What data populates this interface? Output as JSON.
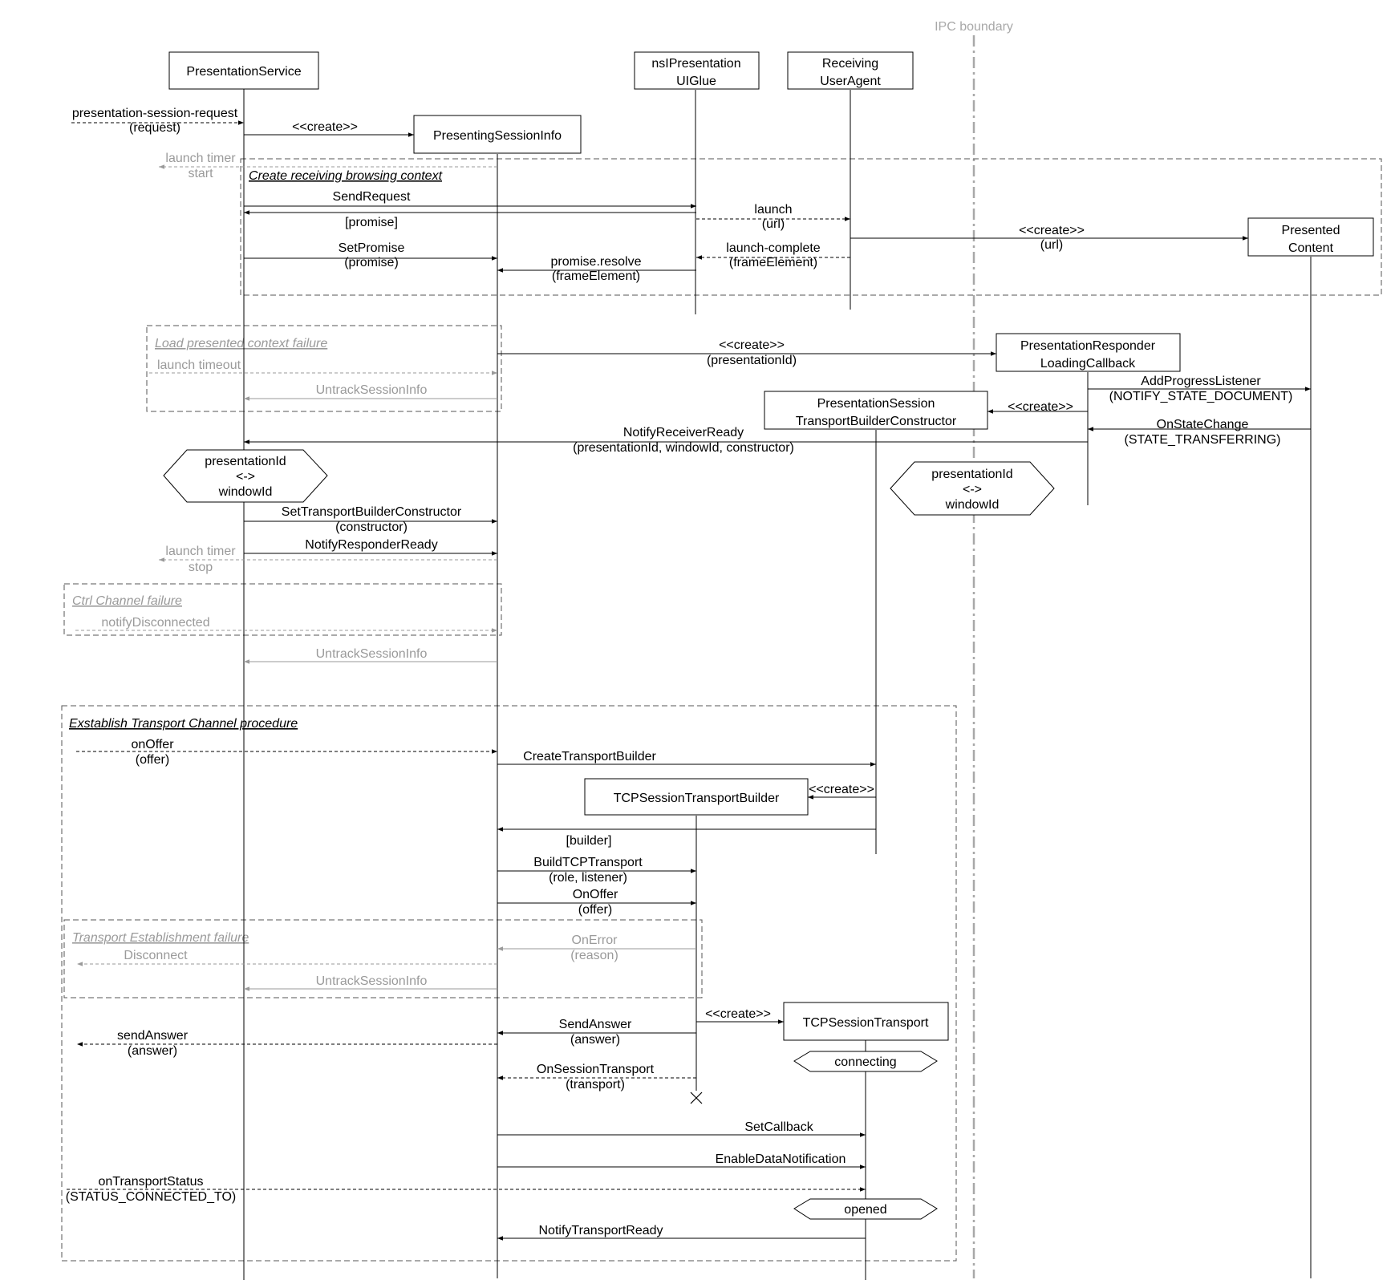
{
  "ipc_boundary": "IPC boundary",
  "participants": [
    {
      "id": "ps",
      "label": [
        "PresentationService"
      ]
    },
    {
      "id": "psi",
      "label": [
        "PresentingSessionInfo"
      ]
    },
    {
      "id": "glue",
      "label": [
        "nsIPresentation",
        "UIGlue"
      ]
    },
    {
      "id": "rua",
      "label": [
        "Receiving",
        "UserAgent"
      ]
    },
    {
      "id": "pc",
      "label": [
        "Presented",
        "Content"
      ]
    },
    {
      "id": "prlc",
      "label": [
        "PresentationResponder",
        "LoadingCallback"
      ]
    },
    {
      "id": "pstbc",
      "label": [
        "PresentationSession",
        "TransportBuilderConstructor"
      ]
    },
    {
      "id": "tcpb",
      "label": [
        "TCPSessionTransportBuilder"
      ]
    },
    {
      "id": "tcpt",
      "label": [
        "TCPSessionTransport"
      ]
    }
  ],
  "fragments": [
    {
      "id": "create-context",
      "title": "Create receiving browsing context",
      "muted": false
    },
    {
      "id": "load-failure",
      "title": "Load presented context failure",
      "muted": true
    },
    {
      "id": "ctrl-failure",
      "title": "Ctrl Channel failure",
      "muted": true
    },
    {
      "id": "establish",
      "title": "Exstablish Transport Channel procedure",
      "muted": false
    },
    {
      "id": "transport-failure",
      "title": "Transport Establishment failure",
      "muted": true
    }
  ],
  "messages": [
    {
      "label": [
        "presentation-session-request",
        "(request)"
      ],
      "style": "dashed"
    },
    {
      "label": [
        "<<create>>"
      ],
      "style": "solid"
    },
    {
      "label": [
        "launch timer",
        "start"
      ],
      "style": "dashed",
      "muted": true
    },
    {
      "label": [
        "SendRequest"
      ],
      "style": "solid"
    },
    {
      "label": [
        "[promise]"
      ],
      "style": "solid"
    },
    {
      "label": [
        "launch",
        "(url)"
      ],
      "style": "dashed"
    },
    {
      "label": [
        "<<create>>",
        "(url)"
      ],
      "style": "solid"
    },
    {
      "label": [
        "SetPromise",
        "(promise)"
      ],
      "style": "solid"
    },
    {
      "label": [
        "launch-complete",
        "(frameElement)"
      ],
      "style": "dashed"
    },
    {
      "label": [
        "promise.resolve",
        "(frameElement)"
      ],
      "style": "solid"
    },
    {
      "label": [
        "launch timeout"
      ],
      "style": "dashed",
      "muted": true
    },
    {
      "label": [
        "UntrackSessionInfo"
      ],
      "style": "solid",
      "muted": true
    },
    {
      "label": [
        "<<create>>",
        "(presentationId)"
      ],
      "style": "solid"
    },
    {
      "label": [
        "AddProgressListener",
        "(NOTIFY_STATE_DOCUMENT)"
      ],
      "style": "solid"
    },
    {
      "label": [
        "<<create>>"
      ],
      "style": "solid"
    },
    {
      "label": [
        "OnStateChange",
        "(STATE_TRANSFERRING)"
      ],
      "style": "solid"
    },
    {
      "label": [
        "NotifyReceiverReady",
        "(presentationId, windowId, constructor)"
      ],
      "style": "solid"
    },
    {
      "label": [
        "SetTransportBuilderConstructor",
        "(constructor)"
      ],
      "style": "solid"
    },
    {
      "label": [
        "NotifyResponderReady"
      ],
      "style": "solid"
    },
    {
      "label": [
        "launch timer",
        "stop"
      ],
      "style": "dashed",
      "muted": true
    },
    {
      "label": [
        "notifyDisconnected"
      ],
      "style": "dashed",
      "muted": true
    },
    {
      "label": [
        "UntrackSessionInfo"
      ],
      "style": "solid",
      "muted": true
    },
    {
      "label": [
        "onOffer",
        "(offer)"
      ],
      "style": "dashed"
    },
    {
      "label": [
        "CreateTransportBuilder"
      ],
      "style": "solid"
    },
    {
      "label": [
        "<<create>>"
      ],
      "style": "solid"
    },
    {
      "label": [
        "[builder]"
      ],
      "style": "solid"
    },
    {
      "label": [
        "BuildTCPTransport",
        "(role, listener)"
      ],
      "style": "solid"
    },
    {
      "label": [
        "OnOffer",
        "(offer)"
      ],
      "style": "solid"
    },
    {
      "label": [
        "OnError",
        "(reason)"
      ],
      "style": "solid",
      "muted": true
    },
    {
      "label": [
        "Disconnect"
      ],
      "style": "dashed",
      "muted": true
    },
    {
      "label": [
        "UntrackSessionInfo"
      ],
      "style": "solid",
      "muted": true
    },
    {
      "label": [
        "<<create>>"
      ],
      "style": "solid"
    },
    {
      "label": [
        "SendAnswer",
        "(answer)"
      ],
      "style": "solid"
    },
    {
      "label": [
        "sendAnswer",
        "(answer)"
      ],
      "style": "dashed"
    },
    {
      "label": [
        "OnSessionTransport",
        "(transport)"
      ],
      "style": "dashed"
    },
    {
      "label": [
        "SetCallback"
      ],
      "style": "solid"
    },
    {
      "label": [
        "EnableDataNotification"
      ],
      "style": "solid"
    },
    {
      "label": [
        "onTransportStatus",
        "(STATUS_CONNECTED_TO)"
      ],
      "style": "dashed"
    },
    {
      "label": [
        "NotifyTransportReady"
      ],
      "style": "solid"
    }
  ],
  "states": [
    {
      "label": [
        "presentationId",
        "<->",
        "windowId"
      ]
    },
    {
      "label": [
        "presentationId",
        "<->",
        "windowId"
      ]
    },
    {
      "label": [
        "connecting"
      ]
    },
    {
      "label": [
        "opened"
      ]
    }
  ],
  "colors": {
    "line": "#000000",
    "muted": "#9a9a9a",
    "boundary": "#a8a8a8"
  }
}
